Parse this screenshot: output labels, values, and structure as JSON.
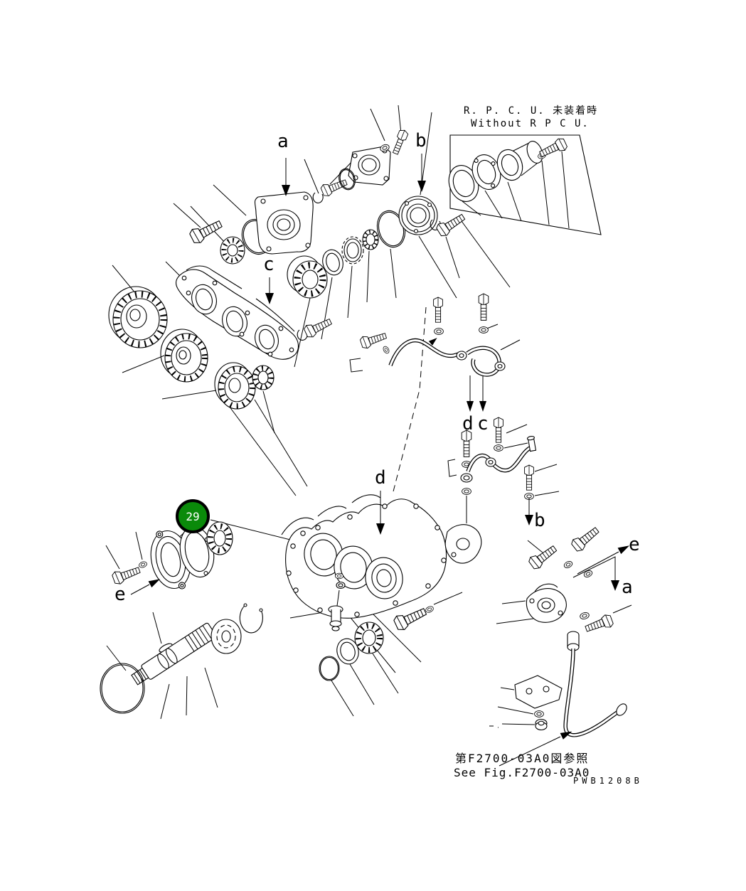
{
  "figure": {
    "colors": {
      "line": "#000000",
      "background": "#ffffff",
      "highlight_green": "#0a8a0a"
    },
    "rpcu_note": {
      "jp": "R. P. C. U. 未装着時",
      "en": "Without R P C U."
    },
    "labels": {
      "a_top": "a",
      "b_top": "b",
      "c_mid": "c",
      "d_center": "d",
      "d_right": "d",
      "c_right": "c",
      "b_right": "b",
      "e_right": "e",
      "a_right": "a",
      "e_left": "e"
    },
    "callout_29": {
      "number": "29"
    },
    "ref_note": {
      "jp": "第F2700-03A0図参照",
      "en": "See Fig.F2700-03A0"
    },
    "drawing_code": "PWB1208B"
  }
}
